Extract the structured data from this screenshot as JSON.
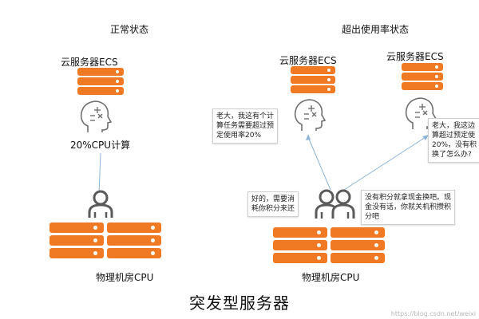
{
  "sections": {
    "normal": "正常状态",
    "exceed": "超出使用率状态"
  },
  "servers": {
    "ecs": "云服务器ECS",
    "physical": "物理机房CPU"
  },
  "labels": {
    "cpu_usage": "20%CPU计算"
  },
  "bubbles": {
    "b1": [
      "老大，我这有个计",
      "算任务需要超过预",
      "定使用率20%"
    ],
    "b2": [
      "老大，我这边",
      "算超过预定使",
      "20%，没有积",
      "换了怎么办?"
    ],
    "b3": [
      "好的，需要消",
      "耗你积分来还"
    ],
    "b4": [
      "没有积分就拿现金换吧。现",
      "金没有话，你就关机积攒积",
      "分吧"
    ]
  },
  "title": "突发型服务器",
  "watermark": "https://blog.csdn.net/weixi",
  "colors": {
    "server_orange": "#f07a23",
    "connector_blue": "#8fb4d9",
    "person_gray": "#5a5a5a",
    "brain_gray": "#707070"
  },
  "icons": [
    "server-stack-icon",
    "brain-head-icon",
    "person-icon",
    "persons-pair-icon"
  ]
}
